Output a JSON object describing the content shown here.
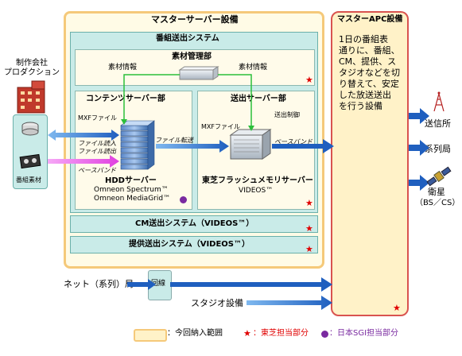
{
  "master_server": {
    "title": "マスターサーバー設備"
  },
  "program_system": {
    "title": "番組送出システム"
  },
  "material_manager": {
    "title": "素材管理部",
    "info_left": "素材情報",
    "info_right": "素材情報"
  },
  "contents_server": {
    "title": "コンテンツサーバー部",
    "mxf": "MXFファイル",
    "file_io_1": "ファイル読入",
    "file_io_2": "ファイル読出",
    "file_transfer": "ファイル転送",
    "baseband": "ベースバンド",
    "hdd_server": "HDDサーバー",
    "product_1": "Omneon Spectrum™",
    "product_2": "Omneon MediaGrid™"
  },
  "playout_server": {
    "title": "送出サーバー部",
    "mxf": "MXFファイル",
    "control": "送出制御",
    "baseband": "ベースバンド",
    "server_name": "東芝フラッシュメモリサーバー",
    "product": "VIDEOS™"
  },
  "cm_system": {
    "title": "CM送出システム（VIDEOS™）"
  },
  "offer_system": {
    "title": "提供送出システム（VIDEOS™）"
  },
  "master_apc": {
    "title": "マスターAPC設備",
    "description_lines": [
      "1日の番組表",
      "通りに、番組、",
      "CM、提供、ス",
      "タジオなどを切",
      "り替えて、安定",
      "した放送送出",
      "を行う設備"
    ]
  },
  "left_side": {
    "production_line1": "制作会社",
    "production_line2": "プロダクション",
    "program_material": "番組素材"
  },
  "outputs": {
    "transmitter": "送信所",
    "affiliate": "系列局",
    "satellite": "衛星",
    "satellite_sub": "（BS／CS）"
  },
  "bottom_inputs": {
    "network": "ネット（系列）局",
    "line": "回線",
    "studio": "スタジオ設備"
  },
  "legend": {
    "scope": "：今回納入範囲",
    "toshiba": "：東芝担当部分",
    "sgi": "：日本SGI担当部分",
    "star_symbol": "★"
  },
  "colors": {
    "master_border": "#d9534f",
    "system_fill": "#c9ebe8",
    "arrow_blue": "#1f5fbf",
    "arrow_green": "#2bbf3a",
    "arrow_magenta": "#e040e0",
    "star_red": "#e00000",
    "sgi_purple": "#7a2aa0"
  }
}
